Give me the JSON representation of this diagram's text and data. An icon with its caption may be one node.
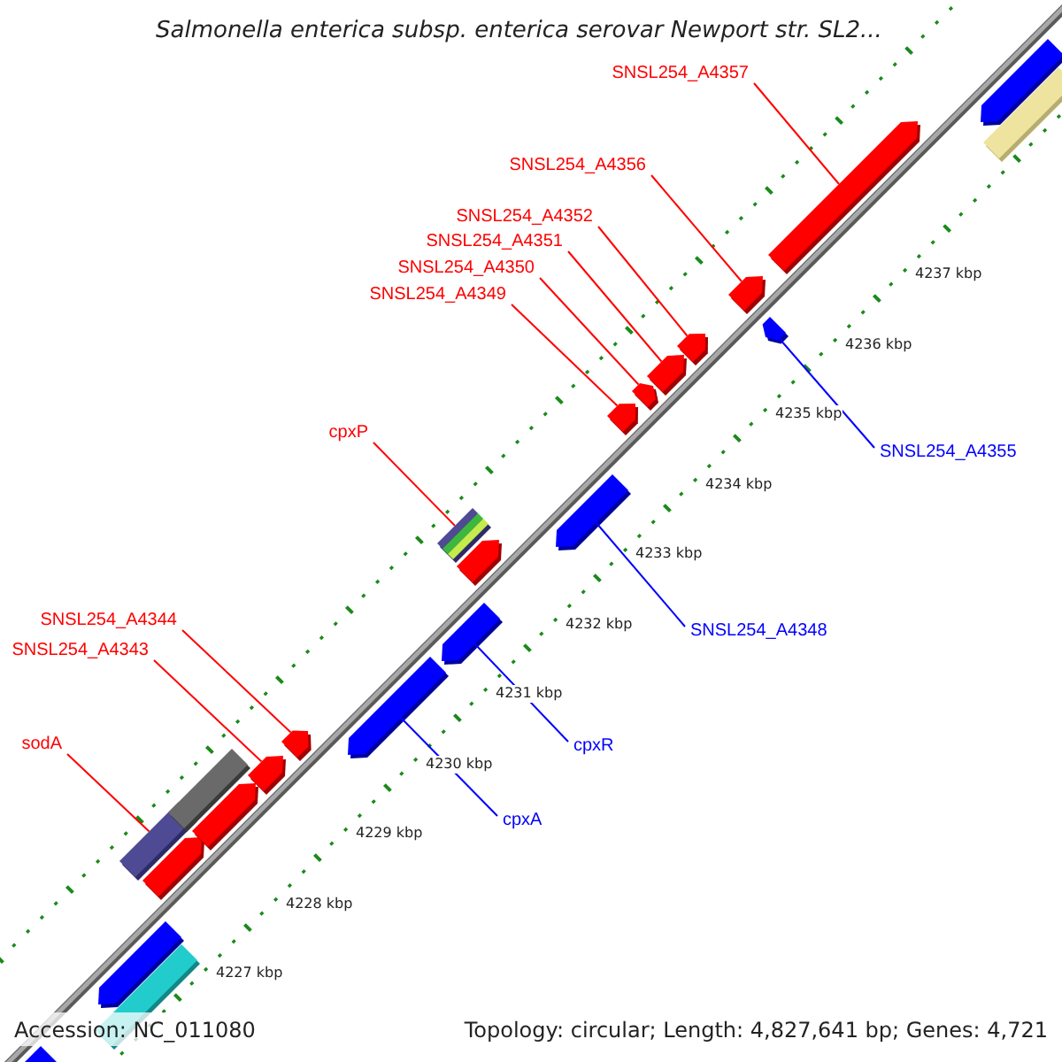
{
  "diagram": {
    "title": "Salmonella enterica subsp. enterica serovar Newport str. SL2...",
    "nodes": [
      {
        "text": [
          "SNSL254_A4357"
        ]
      },
      {
        "text": [
          "SNSL254_A4356"
        ]
      },
      {
        "text": [
          "SNSL254_A4352"
        ]
      },
      {
        "text": [
          "SNSL254_A4351"
        ]
      },
      {
        "text": [
          "SNSL254_A4350"
        ]
      },
      {
        "text": [
          "SNSL254_A4349"
        ]
      },
      {
        "text": [
          "cpxP"
        ]
      },
      {
        "text": [
          "SNSL254_A4355"
        ]
      },
      {
        "text": [
          "SNSL254_A4344"
        ]
      },
      {
        "text": [
          "SNSL254_A4348"
        ]
      },
      {
        "text": [
          "SNSL254_A4343"
        ]
      },
      {
        "text": [
          "sodA"
        ]
      },
      {
        "text": [
          "cpxR"
        ]
      },
      {
        "text": [
          "cpxA"
        ]
      },
      {
        "text": [],
        "shape": "bar"
      },
      {
        "text": [],
        "shape": "arrow"
      },
      {
        "text": [],
        "shape": "arrow"
      },
      {
        "text": [],
        "shape": "arrow"
      },
      {
        "text": [],
        "shape": "bar"
      },
      {
        "text": [],
        "shape": "arrow"
      },
      {
        "text": [],
        "shape": "arrow"
      },
      {
        "text": [],
        "shape": "arrow"
      },
      {
        "text": [],
        "shape": "arrow"
      },
      {
        "text": [],
        "shape": "arrow"
      },
      {
        "text": [],
        "shape": "arrow"
      },
      {
        "text": [],
        "shape": "arrow"
      },
      {
        "text": [],
        "shape": "arrow"
      },
      {
        "text": [],
        "shape": "arrow"
      },
      {
        "text": [],
        "shape": "arrow"
      },
      {
        "text": [],
        "shape": "arrow"
      },
      {
        "text": [],
        "shape": "bar"
      },
      {
        "text": [],
        "shape": "arrow"
      },
      {
        "text": [],
        "shape": "bar"
      },
      {
        "text": [],
        "shape": "arrow"
      },
      {
        "text": [],
        "shape": "arrow"
      },
      {
        "text": [],
        "shape": "arrow"
      },
      {
        "text": [],
        "shape": "bar"
      }
    ],
    "edges": [
      {
        "from": 0,
        "to": 27,
        "arrow": "none"
      },
      {
        "from": 1,
        "to": 25,
        "arrow": "none"
      },
      {
        "from": 2,
        "to": 24,
        "arrow": "none"
      },
      {
        "from": 3,
        "to": 23,
        "arrow": "none"
      },
      {
        "from": 4,
        "to": 22,
        "arrow": "none"
      },
      {
        "from": 5,
        "to": 21,
        "arrow": "none"
      },
      {
        "from": 6,
        "to": 18,
        "arrow": "none"
      },
      {
        "from": 7,
        "to": 26,
        "arrow": "none",
        "color": "#0000ff"
      },
      {
        "from": 8,
        "to": 16,
        "arrow": "none"
      },
      {
        "from": 9,
        "to": 20,
        "arrow": "none",
        "color": "#0000ff"
      },
      {
        "from": 10,
        "to": 15,
        "arrow": "none"
      },
      {
        "from": 11,
        "to": 14,
        "arrow": "none"
      },
      {
        "from": 12,
        "to": 19,
        "arrow": "none",
        "color": "#0000ff"
      },
      {
        "from": 13,
        "to": 17,
        "arrow": "none",
        "color": "#0000ff"
      }
    ],
    "labels": [
      "4237 kbp",
      "4236 kbp",
      "4235 kbp",
      "4234 kbp",
      "4233 kbp",
      "4232 kbp",
      "4231 kbp",
      "4230 kbp",
      "4229 kbp",
      "4228 kbp",
      "4227 kbp",
      "Accession: NC_011080",
      "Topology: circular; Length: 4,827,641 bp; Genes: 4,721"
    ]
  }
}
